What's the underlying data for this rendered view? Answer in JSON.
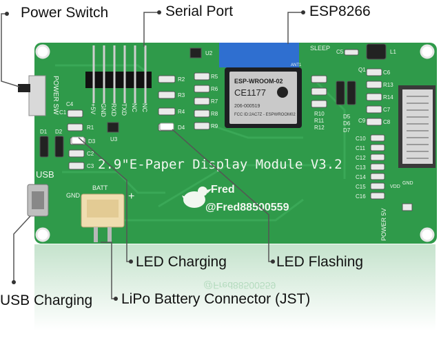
{
  "callouts": {
    "power_switch": "Power Switch",
    "serial_port": "Serial Port",
    "esp8266": "ESP8266",
    "led_charging": "LED Charging",
    "led_flashing": "LED Flashing",
    "usb_charging": "USB Charging",
    "lipo_connector": "LiPo Battery Connector (JST)"
  },
  "board": {
    "title": "2.9\"E-Paper Display Module V3.2",
    "brand_name": "Fred",
    "brand_handle": "@Fred88500559",
    "power_sw": "POWER SW",
    "usb": "USB",
    "batt": "BATT",
    "gnd": "GND",
    "plus": "+",
    "sleep": "SLEEP",
    "power_5v": "POWER 5V",
    "vdd": "VDD",
    "gnd2": "GND",
    "header_pins": [
      "+5V",
      "GND",
      "RXD",
      "TXD",
      "NC",
      "NC"
    ],
    "module_name": "ESP-WROOM-02",
    "module_ce": "CE1177",
    "module_fcc": "206-000519",
    "module_fcc_id": "FCC ID:2AC7Z - ESPWROOM02",
    "left_labels": [
      "C1",
      "R1",
      "D1",
      "D2",
      "D3",
      "C2",
      "C3",
      "C4",
      "U3"
    ],
    "mid_labels": [
      "R2",
      "R3",
      "R4",
      "D4",
      "U2",
      "R5",
      "R6",
      "R7",
      "R8",
      "R9"
    ],
    "right_labels": [
      "R10",
      "R11",
      "R12",
      "D5",
      "D6",
      "D7",
      "Q1",
      "C5",
      "C6",
      "R13",
      "R14",
      "C7",
      "C8",
      "C9",
      "L1"
    ],
    "cap_column": [
      "C10",
      "C11",
      "C12",
      "C13",
      "C14",
      "C15",
      "C16"
    ],
    "ant": "ANT1"
  },
  "colors": {
    "pcb": "#2f9a4a",
    "pcb_dark": "#21773a",
    "silk": "#f2f7f0",
    "module": "#1d1f22",
    "antenna": "#2f6fd0"
  }
}
